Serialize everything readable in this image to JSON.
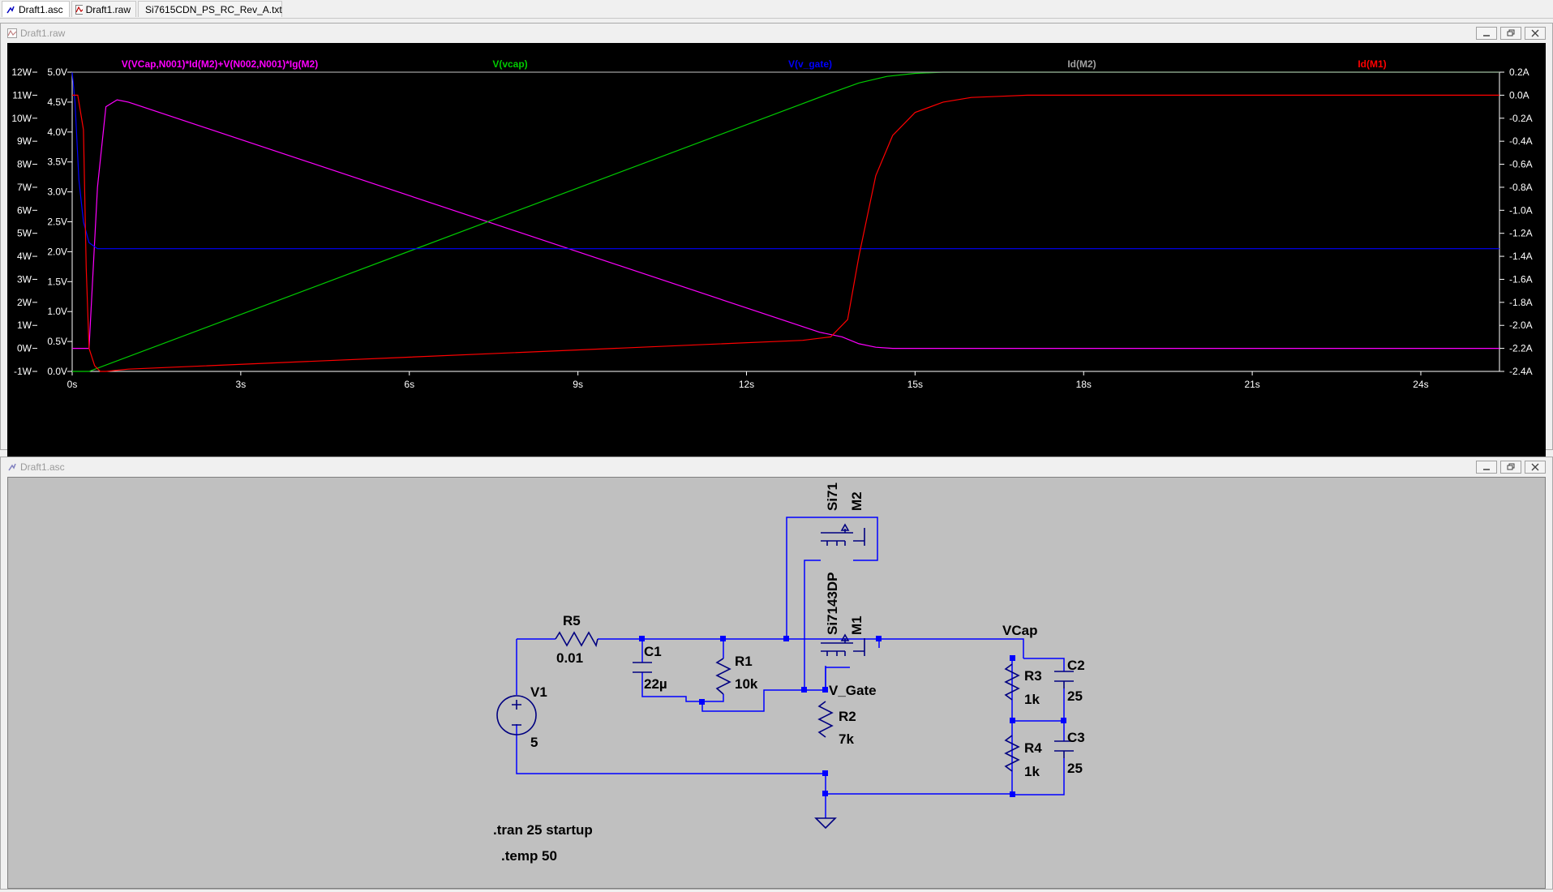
{
  "tabs": [
    {
      "label": "Draft1.asc",
      "icon": "schematic-icon",
      "active": true
    },
    {
      "label": "Draft1.raw",
      "icon": "waveform-icon",
      "active": false
    },
    {
      "label": "Si7615CDN_PS_RC_Rev_A.txt",
      "icon": "text-file-icon",
      "active": false
    }
  ],
  "plot_window": {
    "title": "Draft1.raw"
  },
  "schematic_window": {
    "title": "Draft1.asc"
  },
  "colors": {
    "power": "#ff00ff",
    "vcap": "#00cc00",
    "vgate": "#0000ff",
    "idm2": "#a0a0a0",
    "idm1": "#ff0000",
    "wire": "#0000ff",
    "schematic_bg": "#c0c0c0"
  },
  "chart_data": {
    "type": "line",
    "xlabel": "",
    "x_ticks": [
      "0s",
      "3s",
      "6s",
      "9s",
      "12s",
      "15s",
      "18s",
      "21s",
      "24s"
    ],
    "xlim": [
      0,
      25.4
    ],
    "y_axes": [
      {
        "unit": "W",
        "ticks": [
          "12W",
          "11W",
          "10W",
          "9W",
          "8W",
          "7W",
          "6W",
          "5W",
          "4W",
          "3W",
          "2W",
          "1W",
          "0W",
          "-1W"
        ],
        "range": [
          -1,
          12
        ]
      },
      {
        "unit": "V",
        "ticks": [
          "5.0V",
          "4.5V",
          "4.0V",
          "3.5V",
          "3.0V",
          "2.5V",
          "2.0V",
          "1.5V",
          "1.0V",
          "0.5V",
          "0.0V"
        ],
        "range": [
          0,
          5
        ]
      },
      {
        "unit": "A",
        "ticks": [
          "0.2A",
          "0.0A",
          "-0.2A",
          "-0.4A",
          "-0.6A",
          "-0.8A",
          "-1.0A",
          "-1.2A",
          "-1.4A",
          "-1.6A",
          "-1.8A",
          "-2.0A",
          "-2.2A",
          "-2.4A"
        ],
        "range": [
          -2.4,
          0.2
        ]
      }
    ],
    "series": [
      {
        "name": "V(VCap,N001)*Id(M2)+V(N002,N001)*Ig(M2)",
        "axis": "W",
        "color": "#ff00ff",
        "x": [
          0,
          0.15,
          0.3,
          0.45,
          0.6,
          0.8,
          1.0,
          13.3,
          13.7,
          14.0,
          14.3,
          14.6,
          25.4
        ],
        "y": [
          0,
          0,
          0,
          7,
          10.5,
          10.8,
          10.7,
          0.7,
          0.5,
          0.2,
          0.05,
          0,
          0
        ]
      },
      {
        "name": "V(vcap)",
        "axis": "V",
        "color": "#00cc00",
        "x": [
          0,
          0.3,
          13.5,
          14.0,
          14.5,
          15.0,
          15.5,
          16.5,
          25.4
        ],
        "y": [
          0,
          0,
          4.65,
          4.82,
          4.93,
          4.98,
          5.0,
          5.0,
          5.0
        ]
      },
      {
        "name": "V(v_gate)",
        "axis": "V",
        "color": "#0000ff",
        "x": [
          0,
          0.05,
          0.12,
          0.2,
          0.3,
          0.45,
          25.4
        ],
        "y": [
          5.0,
          4.5,
          3.2,
          2.5,
          2.15,
          2.05,
          2.05
        ]
      },
      {
        "name": "Id(M2)",
        "axis": "A",
        "color": "#a0a0a0",
        "x": [
          0,
          25.4
        ],
        "y": [
          0.2,
          0.2
        ]
      },
      {
        "name": "Id(M1)",
        "axis": "A",
        "color": "#ff0000",
        "x": [
          0,
          0.1,
          0.2,
          0.25,
          0.3,
          0.4,
          0.5,
          0.6,
          0.8,
          1.0,
          13.0,
          13.5,
          13.8,
          14.0,
          14.3,
          14.6,
          15.0,
          15.5,
          16.0,
          16.5,
          17.0,
          25.4
        ],
        "y": [
          0.0,
          0.0,
          -0.3,
          -1.5,
          -2.2,
          -2.35,
          -2.4,
          -2.4,
          -2.39,
          -2.38,
          -2.13,
          -2.1,
          -1.95,
          -1.4,
          -0.7,
          -0.35,
          -0.15,
          -0.06,
          -0.02,
          -0.01,
          0.0,
          0.0
        ]
      }
    ]
  },
  "schematic": {
    "components": {
      "r5": {
        "name": "R5",
        "value": "0.01"
      },
      "c1": {
        "name": "C1",
        "value": "22µ"
      },
      "r1": {
        "name": "R1",
        "value": "10k"
      },
      "v1": {
        "name": "V1",
        "value": "5"
      },
      "r2": {
        "name": "R2",
        "value": "7k"
      },
      "r3": {
        "name": "R3",
        "value": "1k"
      },
      "r4": {
        "name": "R4",
        "value": "1k"
      },
      "c2": {
        "name": "C2",
        "value": "25"
      },
      "c3": {
        "name": "C3",
        "value": "25"
      },
      "m2": {
        "name": "M2",
        "model": "Si71"
      },
      "m1": {
        "name": "M1",
        "model": "Si7143DP"
      }
    },
    "net_labels": {
      "vcap": "VCap",
      "vgate": "V_Gate"
    },
    "directives": {
      "tran": ".tran 25 startup",
      "temp": ".temp 50"
    }
  }
}
